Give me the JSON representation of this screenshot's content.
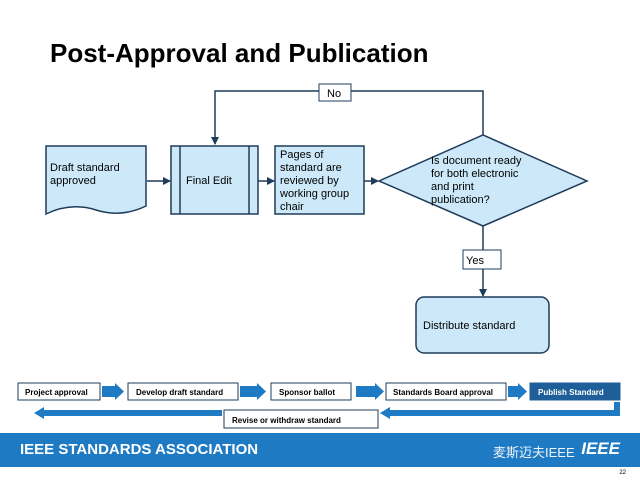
{
  "title": "Post-Approval and Publication",
  "flow": {
    "draft": [
      "Draft standard",
      "approved"
    ],
    "final_edit": "Final Edit",
    "pages_review": [
      "Pages of",
      "standard are",
      "reviewed by",
      "working group",
      "chair"
    ],
    "decision": [
      "Is document ready",
      "for both electronic",
      "and print",
      "publication?"
    ],
    "no_label": "No",
    "yes_label": "Yes",
    "distribute": "Distribute standard"
  },
  "process": {
    "steps": [
      "Project approval",
      "Develop draft standard",
      "Sponsor ballot",
      "Standards Board approval",
      "Publish Standard"
    ],
    "revise": "Revise or withdraw standard"
  },
  "footer": {
    "org": "IEEE STANDARDS ASSOCIATION",
    "logo": "IEEE",
    "watermark": "麦斯迈夫IEEE"
  },
  "page_number": "22",
  "colors": {
    "box_fill": "#cde9f9",
    "stroke": "#1f3c5a",
    "band": "#1f7ac4",
    "process_active": "#1f5f99",
    "process_arrow": "#1f7ac4"
  }
}
